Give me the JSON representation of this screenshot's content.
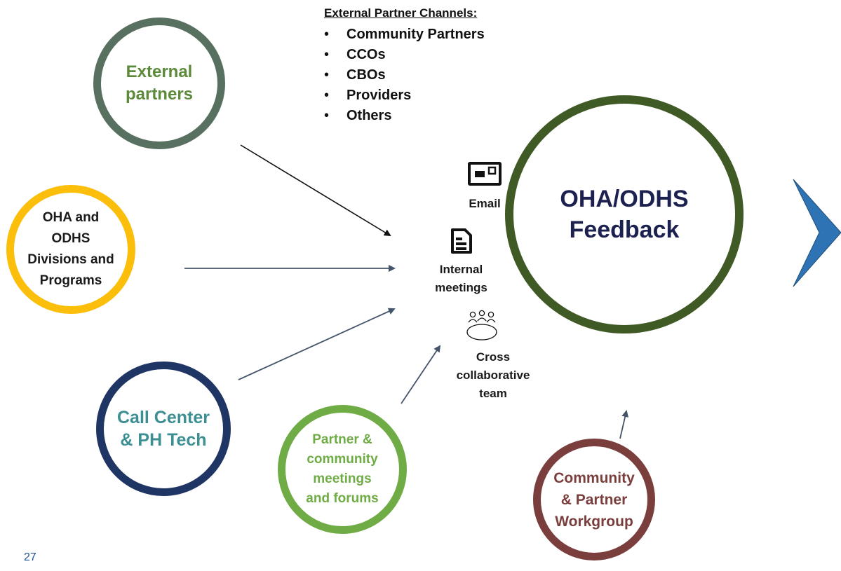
{
  "external_channels": {
    "title": "External Partner Channels",
    "colon": ":",
    "items": [
      "Community Partners",
      "CCOs",
      "CBOs",
      "Providers",
      "Others"
    ]
  },
  "circles": {
    "external_partners": [
      "External",
      "partners"
    ],
    "oha_odhs_divisions": [
      "OHA and",
      "ODHS",
      "Divisions and",
      "Programs"
    ],
    "call_center": [
      "Call Center",
      "& PH Tech"
    ],
    "partner_meetings": [
      "Partner &",
      "community",
      "meetings",
      "and forums"
    ],
    "workgroup": [
      "Community",
      "& Partner",
      "Workgroup"
    ],
    "feedback": [
      "OHA/ODHS",
      "Feedback"
    ]
  },
  "channels": {
    "email": "Email",
    "internal_meetings": [
      "Internal",
      "meetings"
    ],
    "cross_team": [
      "Cross",
      "collaborative",
      "team"
    ]
  },
  "page_number": "27",
  "colors": {
    "external_partners": "#58705f",
    "oha_odhs": "#fbbe0b",
    "call_center": "#1f3564",
    "partner_meetings": "#6fac46",
    "workgroup": "#7a3e3c",
    "feedback": "#3f5a25",
    "chevron": "#2e74b5",
    "arrow": "#44546a"
  },
  "icons": {
    "email": "email-card-icon",
    "meetings": "document-icon",
    "team": "meeting-table-icon",
    "next": "chevron-right-icon"
  }
}
